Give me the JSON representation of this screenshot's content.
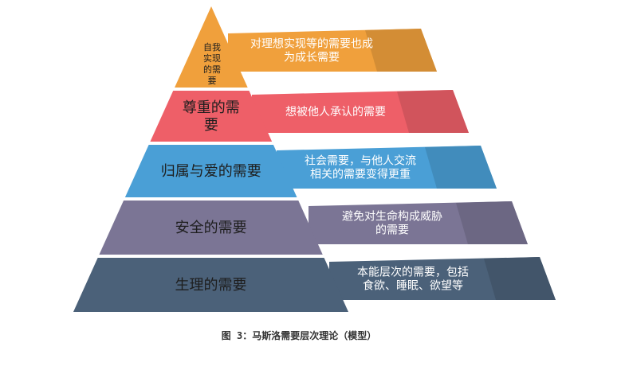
{
  "colors": {
    "self": "#f0a03c",
    "esteem": "#ee5f68",
    "love": "#4a9fd6",
    "safety": "#7b7595",
    "physio": "#4b6179"
  },
  "tiers": [
    {
      "key": "self",
      "label_lines": [
        "自我",
        "实现",
        "的需",
        "要"
      ],
      "desc_lines": [
        "对理想实现等的需要也成",
        "为成长需要"
      ]
    },
    {
      "key": "esteem",
      "label_lines": [
        "尊重的需",
        "要"
      ],
      "desc_lines": [
        "想被他人承认的需要"
      ]
    },
    {
      "key": "love",
      "label_lines": [
        "归属与爱的需要"
      ],
      "desc_lines": [
        "社会需要，与他人交流",
        "相关的需要变得更重"
      ]
    },
    {
      "key": "safety",
      "label_lines": [
        "安全的需要"
      ],
      "desc_lines": [
        "避免对生命构成威胁",
        "的需要"
      ]
    },
    {
      "key": "physio",
      "label_lines": [
        "生理的需要"
      ],
      "desc_lines": [
        "本能层次的需要，包括",
        "食欲、睡眠、欲望等"
      ]
    }
  ],
  "caption": "图 3：马斯洛需要层次理论（模型）"
}
